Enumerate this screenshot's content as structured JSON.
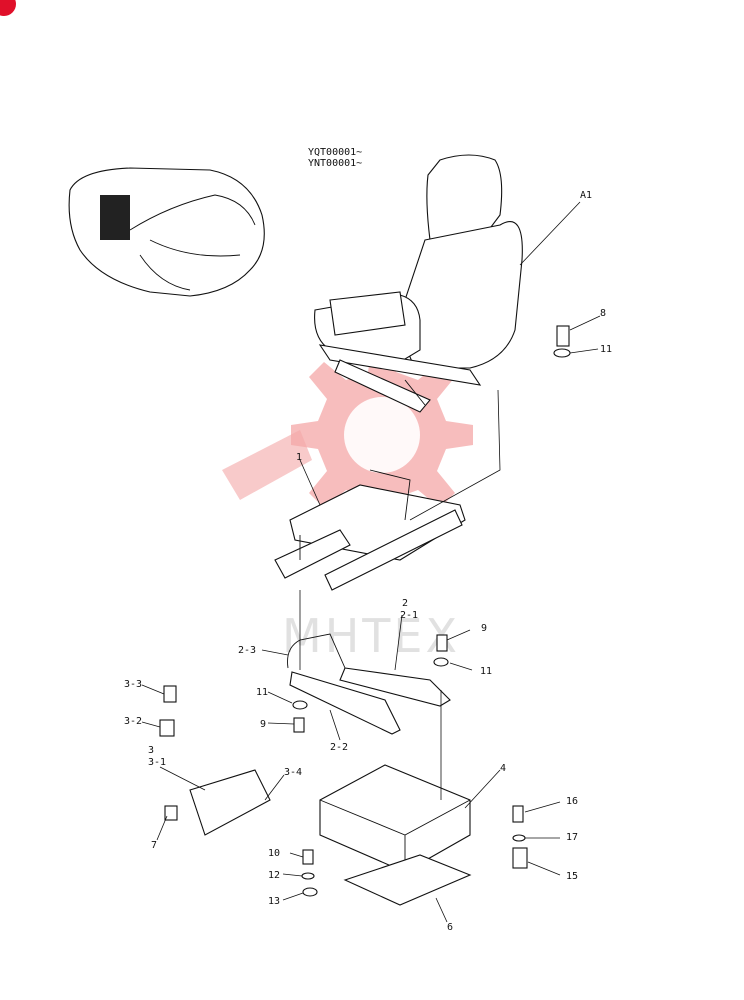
{
  "serials": [
    "YQT00001~",
    "YNT00001~"
  ],
  "watermark_text": "MHTEX",
  "colors": {
    "watermark": "#f4a7a7",
    "line": "#111111",
    "badge": "#e0102a"
  },
  "callouts": [
    {
      "id": "A1",
      "label": "A1"
    },
    {
      "id": "8",
      "label": "8"
    },
    {
      "id": "11a",
      "label": "11"
    },
    {
      "id": "1",
      "label": "1"
    },
    {
      "id": "2",
      "label": "2"
    },
    {
      "id": "2-1",
      "label": "2-1"
    },
    {
      "id": "9a",
      "label": "9"
    },
    {
      "id": "2-3",
      "label": "2-3"
    },
    {
      "id": "11b",
      "label": "11"
    },
    {
      "id": "3-3",
      "label": "3-3"
    },
    {
      "id": "11c",
      "label": "11"
    },
    {
      "id": "9b",
      "label": "9"
    },
    {
      "id": "2-2",
      "label": "2-2"
    },
    {
      "id": "3-2",
      "label": "3-2"
    },
    {
      "id": "3",
      "label": "3"
    },
    {
      "id": "3-1",
      "label": "3-1"
    },
    {
      "id": "3-4",
      "label": "3-4"
    },
    {
      "id": "4",
      "label": "4"
    },
    {
      "id": "16",
      "label": "16"
    },
    {
      "id": "7",
      "label": "7"
    },
    {
      "id": "17",
      "label": "17"
    },
    {
      "id": "10",
      "label": "10"
    },
    {
      "id": "15",
      "label": "15"
    },
    {
      "id": "12",
      "label": "12"
    },
    {
      "id": "13",
      "label": "13"
    },
    {
      "id": "6",
      "label": "6"
    }
  ]
}
